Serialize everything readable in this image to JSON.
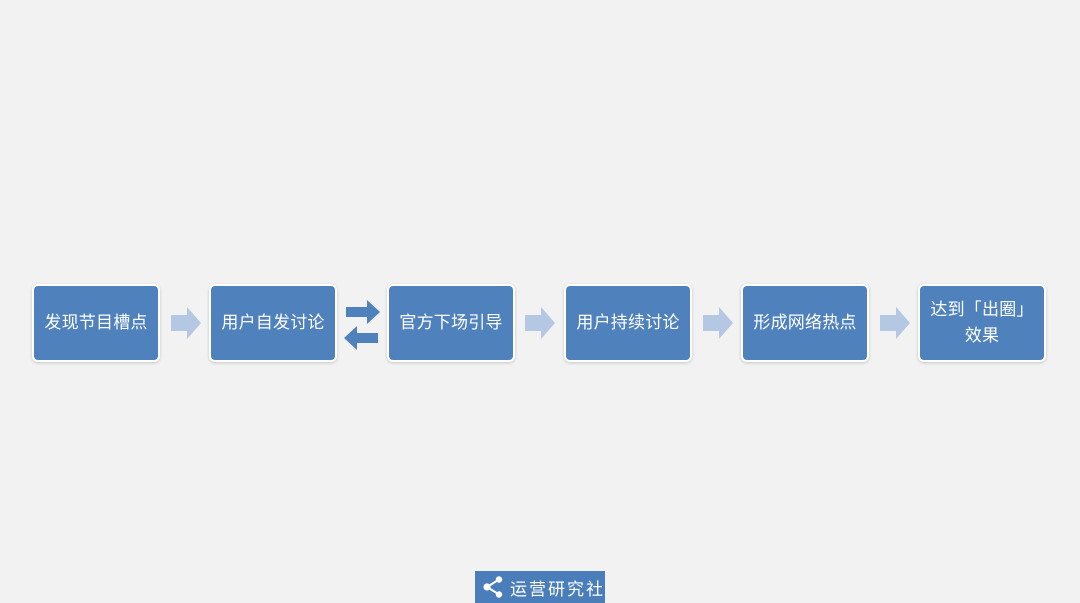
{
  "diagram": {
    "nodes": [
      {
        "id": "discover",
        "label": "发现节目槽点"
      },
      {
        "id": "user-discuss",
        "label": "用户自发讨论"
      },
      {
        "id": "official-guide",
        "label": "官方下场引导"
      },
      {
        "id": "user-continue",
        "label": "用户持续讨论"
      },
      {
        "id": "hotspot",
        "label": "形成网络热点"
      },
      {
        "id": "breakout",
        "label": "达到「出圈」\n效果"
      }
    ],
    "edges": [
      {
        "from": "discover",
        "to": "user-discuss",
        "style": "single-arrow"
      },
      {
        "from": "user-discuss",
        "to": "official-guide",
        "style": "bidirectional-arrows"
      },
      {
        "from": "official-guide",
        "to": "user-continue",
        "style": "single-arrow"
      },
      {
        "from": "user-continue",
        "to": "hotspot",
        "style": "single-arrow"
      },
      {
        "from": "hotspot",
        "to": "breakout",
        "style": "single-arrow"
      }
    ]
  },
  "watermark": {
    "text": "运营研究社",
    "icon": "share-icon"
  },
  "colors": {
    "background": "#f2f2f2",
    "node_fill": "#4f81bd",
    "node_border": "#ffffff",
    "arrow_light": "#b4c7e3",
    "arrow_dark": "#4f81bd",
    "watermark_bg": "#4a7eba"
  }
}
